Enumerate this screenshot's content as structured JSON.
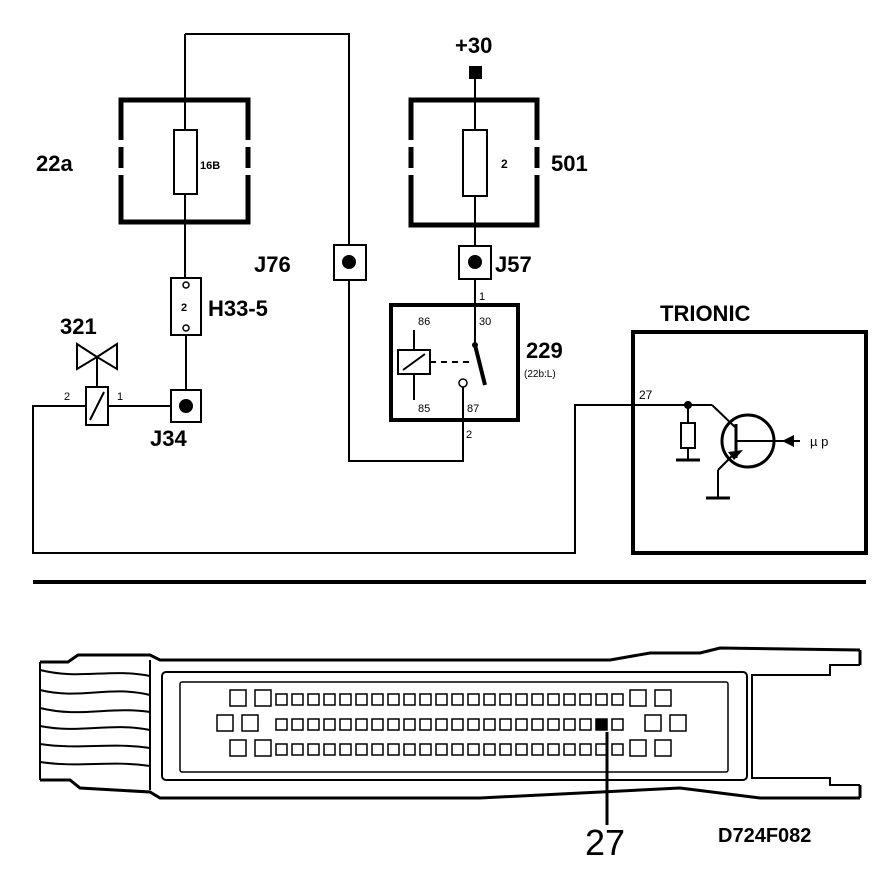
{
  "colors": {
    "ink": "#000000",
    "paper": "#ffffff"
  },
  "labels": {
    "supply": "+30",
    "fuse_box_left": "22a",
    "fuse_left_value": "16B",
    "fuse_box_right": "501",
    "fuse_right_value": "2",
    "j76": "J76",
    "j57": "J57",
    "h33": "H33-5",
    "h33_pin": "2",
    "valve": "321",
    "valve_pin_2": "2",
    "valve_pin_1": "1",
    "j34": "J34",
    "relay": "229",
    "relay_sub": "(22b:L)",
    "relay_pin_86": "86",
    "relay_pin_30": "30",
    "relay_pin_85": "85",
    "relay_pin_87": "87",
    "relay_wire_1": "1",
    "relay_wire_2": "2",
    "ecu": "TRIONIC",
    "ecu_pin": "27",
    "micro": "µ p",
    "connector_pin": "27",
    "drawing_code": "D724F082"
  }
}
